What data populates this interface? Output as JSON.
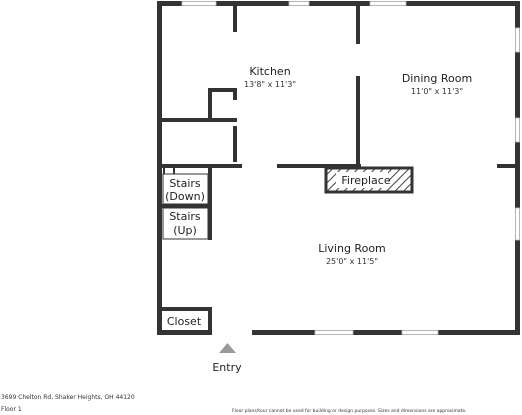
{
  "rooms": {
    "kitchen": {
      "name": "Kitchen",
      "dims": "13'8\" x 11'3\""
    },
    "dining": {
      "name": "Dining Room",
      "dims": "11'0\" x 11'3\""
    },
    "living": {
      "name": "Living Room",
      "dims": "25'0\" x 11'5\""
    }
  },
  "labels": {
    "fireplace": "Fireplace",
    "stairs_down_1": "Stairs",
    "stairs_down_2": "(Down)",
    "stairs_up_1": "Stairs",
    "stairs_up_2": "(Up)",
    "closet": "Closet",
    "entry": "Entry"
  },
  "footer": {
    "address": "3699 Chelton Rd, Shaker Heights, OH 44120",
    "floor": "Floor 1",
    "disclaimer": "Floor plans/tour cannot be used for building or design purposes. Sizes and dimensions are approximate."
  },
  "colors": {
    "wall": "#333333",
    "window": "#cfcfcf",
    "hatch": "#444444"
  }
}
